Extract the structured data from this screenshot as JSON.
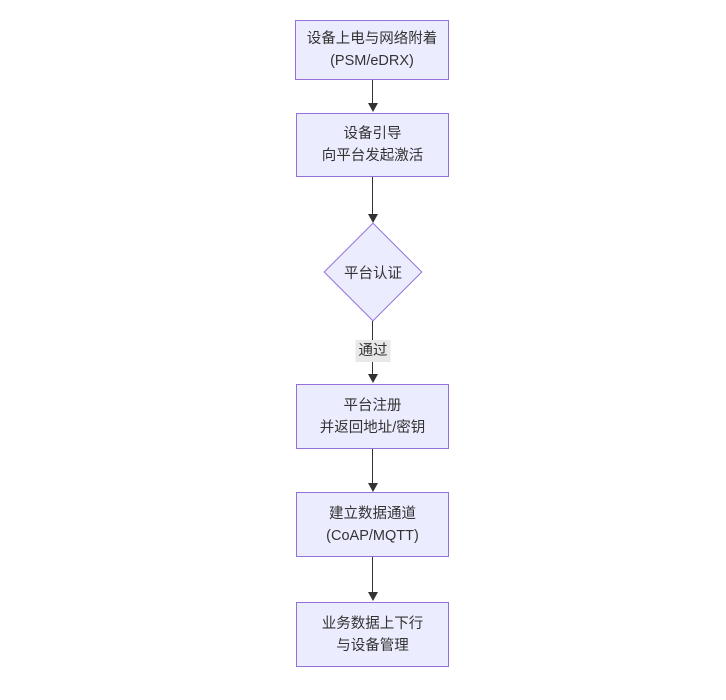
{
  "diagram": {
    "type": "flowchart",
    "direction": "top-down",
    "nodes": [
      {
        "id": "n1",
        "shape": "rect",
        "lines": [
          "设备上电与网络附着",
          "(PSM/eDRX)"
        ]
      },
      {
        "id": "n2",
        "shape": "rect",
        "lines": [
          "设备引导",
          "向平台发起激活"
        ]
      },
      {
        "id": "n3",
        "shape": "diamond",
        "lines": [
          "平台认证"
        ]
      },
      {
        "id": "n4",
        "shape": "rect",
        "lines": [
          "平台注册",
          "并返回地址/密钥"
        ]
      },
      {
        "id": "n5",
        "shape": "rect",
        "lines": [
          "建立数据通道",
          "(CoAP/MQTT)"
        ]
      },
      {
        "id": "n6",
        "shape": "rect",
        "lines": [
          "业务数据上下行",
          "与设备管理"
        ]
      }
    ],
    "edges": [
      {
        "from": "n1",
        "to": "n2",
        "label": ""
      },
      {
        "from": "n2",
        "to": "n3",
        "label": ""
      },
      {
        "from": "n3",
        "to": "n4",
        "label": "通过"
      },
      {
        "from": "n4",
        "to": "n5",
        "label": ""
      },
      {
        "from": "n5",
        "to": "n6",
        "label": ""
      }
    ],
    "colors": {
      "node_fill": "#ECECFF",
      "node_border": "#9370DB",
      "text": "#333333",
      "edge_line": "#333333",
      "edge_label_bg": "#e8e8e8",
      "background": "#ffffff"
    }
  }
}
